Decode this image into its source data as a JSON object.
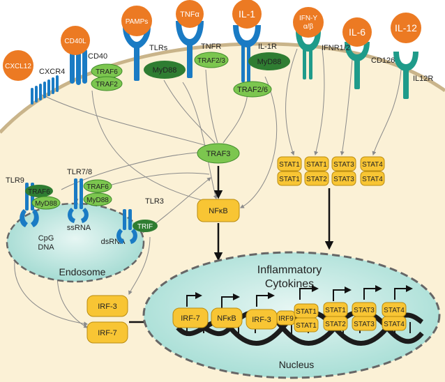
{
  "ligands": {
    "cxcl12": "CXCL12",
    "cd40l": "CD40L",
    "pamps": "PAMPs",
    "tnfa": "TNFα",
    "il1": "IL-1",
    "ifn_line1": "IFN-Y",
    "ifn_line2": "α/β",
    "il6": "IL-6",
    "il12": "IL-12"
  },
  "receptors": {
    "cxcr4": "CXCR4",
    "cd40": "CD40",
    "tlrs": "TLRs",
    "tnfr": "TNFR",
    "il1r": "IL-1R",
    "ifnr": "IFNR1/2",
    "cd126": "CD126",
    "il12r": "IL12R",
    "tlr9": "TLR9",
    "tlr78": "TLR7/8",
    "tlr3": "TLR3"
  },
  "adaptors": {
    "traf6": "TRAF6",
    "traf2": "TRAF2",
    "myd88": "MyD88",
    "traf23": "TRAF2/3",
    "traf26": "TRAF2/6",
    "traf3": "TRAF3",
    "trif": "TRIF"
  },
  "stats": {
    "stat1": "STAT1",
    "stat2": "STAT2",
    "stat3": "STAT3",
    "stat4": "STAT4"
  },
  "nodes": {
    "nfkb": "NFκB",
    "irf3": "IRF-3",
    "irf7": "IRF-7",
    "irf9": "IRF9"
  },
  "endosome": {
    "title": "Endosome",
    "cpg_line1": "CpG",
    "cpg_line2": "DNA",
    "ssrna": "ssRNA",
    "dsrna": "dsRNA"
  },
  "nucleus": {
    "title": "Nucleus",
    "cytokines_line1": "Inflammatory",
    "cytokines_line2": "Cytokines"
  },
  "colors": {
    "receptor_blue": "#1a7bc4",
    "receptor_teal": "#1f9b8a",
    "ligand_orange": "#ec7a23",
    "adaptor_light_green": "#7cc64f",
    "adaptor_dark_green": "#2f7d32",
    "factor_yellow": "#f8c534",
    "cell_cream": "#fbf1d6",
    "compartment_teal": "#b2e3dc"
  }
}
